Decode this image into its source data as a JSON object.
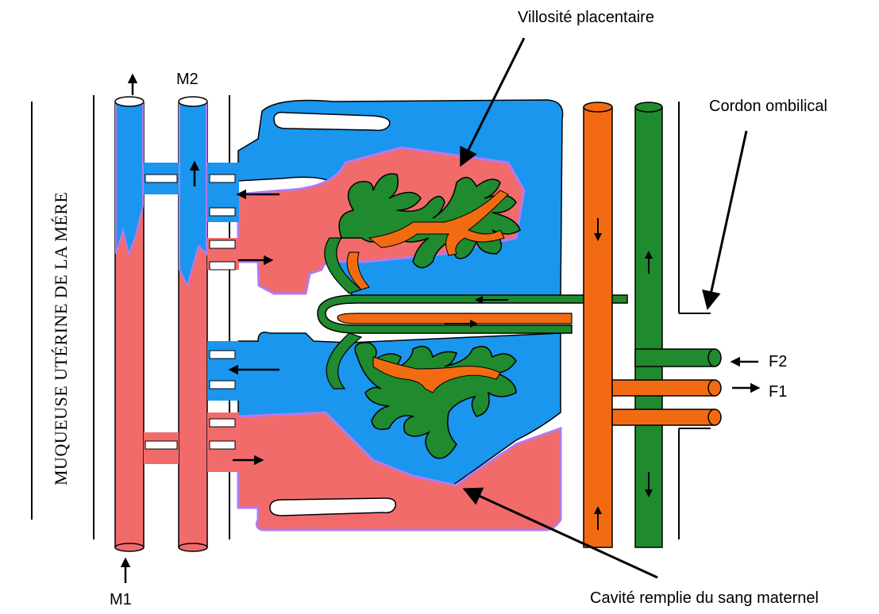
{
  "labels": {
    "villosite": "Villosité placentaire",
    "cordon": "Cordon ombilical",
    "cavite": "Cavité remplie du sang maternel",
    "muqueuse": "MUQUEUSE UTÉRINE DE LA MÉRE",
    "m1": "M1",
    "m2": "M2",
    "f1": "F1",
    "f2": "F2"
  },
  "colors": {
    "maternal_arterial": "#f26b6b",
    "maternal_venous": "#1a96ee",
    "fetal_artery": "#f26b12",
    "fetal_vein": "#1f8a2e",
    "border_violet": "#b07bf2"
  },
  "icons": [
    "arrow-up-icon",
    "arrow-left-icon",
    "arrow-right-icon",
    "arrow-down-icon"
  ]
}
